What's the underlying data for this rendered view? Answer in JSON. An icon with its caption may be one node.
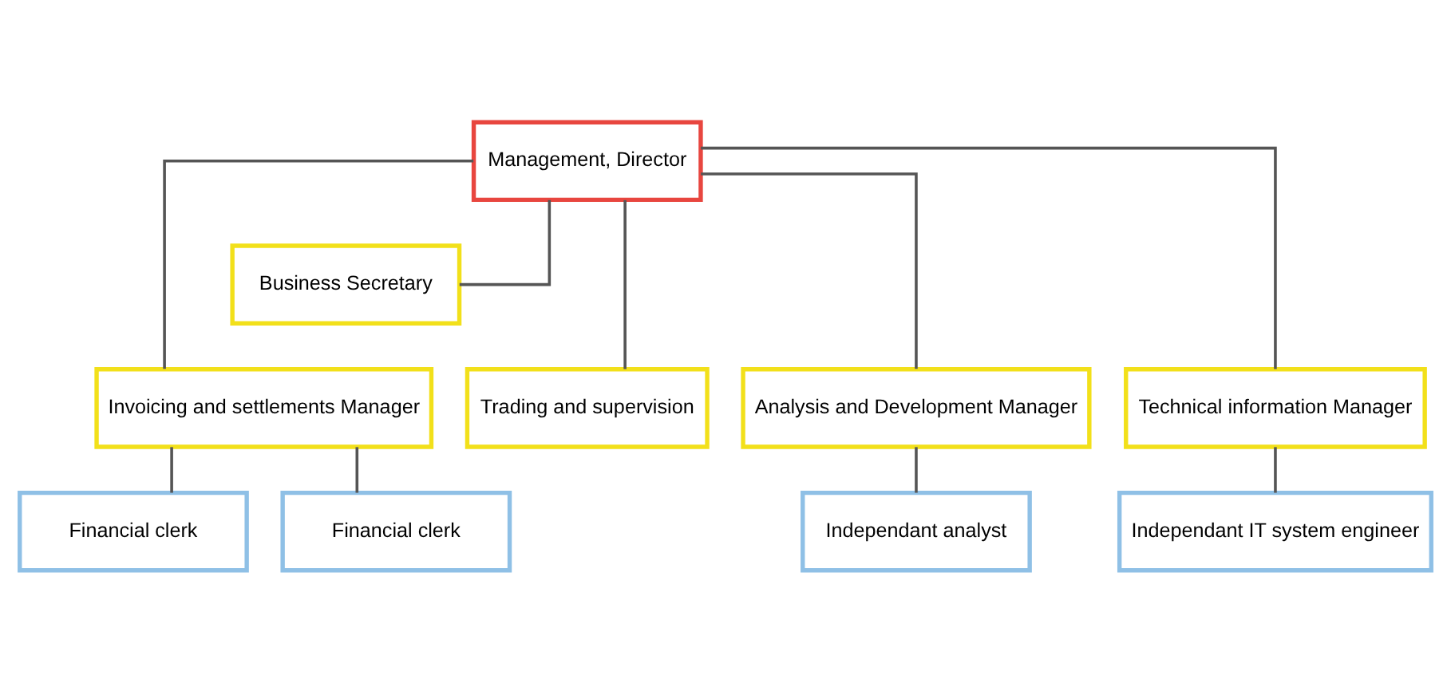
{
  "diagram": {
    "nodes": [
      {
        "text": [
          "Management, Director"
        ]
      },
      {
        "text": [
          "Business Secretary"
        ]
      },
      {
        "text": [
          "Invoicing and settlements Manager"
        ]
      },
      {
        "text": [
          "Trading and supervision"
        ]
      },
      {
        "text": [
          "Analysis and Development Manager"
        ]
      },
      {
        "text": [
          "Technical information Manager"
        ]
      },
      {
        "text": [
          "Financial clerk"
        ]
      },
      {
        "text": [
          "Financial clerk"
        ]
      },
      {
        "text": [
          "Independant analyst"
        ]
      },
      {
        "text": [
          "Independant IT system engineer"
        ]
      }
    ],
    "edges": [
      {
        "from": 0,
        "to": 1,
        "arrow": "none"
      },
      {
        "from": 0,
        "to": 2,
        "arrow": "none"
      },
      {
        "from": 0,
        "to": 3,
        "arrow": "none"
      },
      {
        "from": 0,
        "to": 4,
        "arrow": "none"
      },
      {
        "from": 0,
        "to": 5,
        "arrow": "none"
      },
      {
        "from": 2,
        "to": 6,
        "arrow": "none"
      },
      {
        "from": 2,
        "to": 7,
        "arrow": "none"
      },
      {
        "from": 4,
        "to": 8,
        "arrow": "none"
      },
      {
        "from": 5,
        "to": 9,
        "arrow": "none"
      }
    ]
  }
}
